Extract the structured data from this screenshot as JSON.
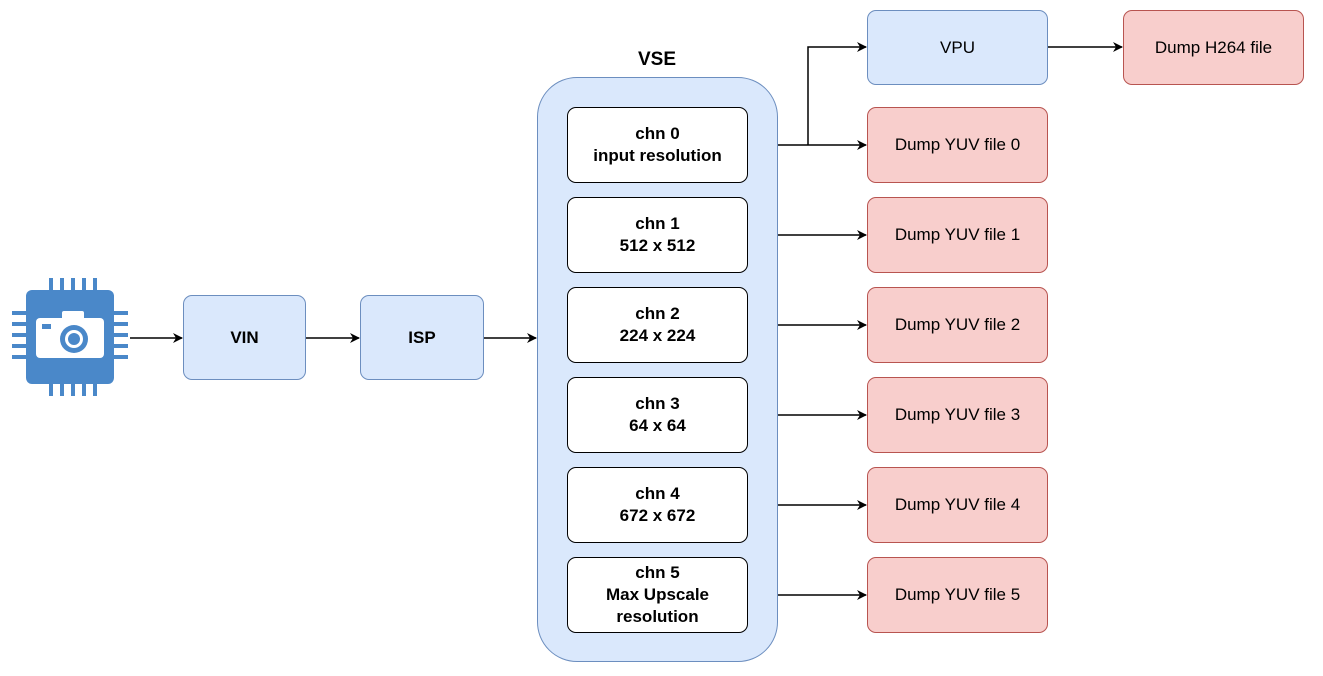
{
  "colors": {
    "blue_fill": "#dae8fc",
    "blue_stroke": "#6c8ebf",
    "red_fill": "#f8cecc",
    "red_stroke": "#b85450",
    "camera_icon": "#4a88c9"
  },
  "icon": "camera-chip-icon",
  "vin": "VIN",
  "isp": "ISP",
  "vse": {
    "title": "VSE",
    "channels": [
      {
        "name": "chn 0",
        "desc": "input resolution"
      },
      {
        "name": "chn 1",
        "desc": "512 x 512"
      },
      {
        "name": "chn 2",
        "desc": "224 x 224"
      },
      {
        "name": "chn 3",
        "desc": "64 x 64"
      },
      {
        "name": "chn 4",
        "desc": "672 x 672"
      },
      {
        "name": "chn 5",
        "desc": "Max Upscale\nresolution"
      }
    ]
  },
  "vpu": "VPU",
  "h264": "Dump H264 file",
  "dumps": [
    "Dump YUV file 0",
    "Dump YUV file 1",
    "Dump YUV file 2",
    "Dump YUV file 3",
    "Dump YUV file 4",
    "Dump YUV file 5"
  ]
}
